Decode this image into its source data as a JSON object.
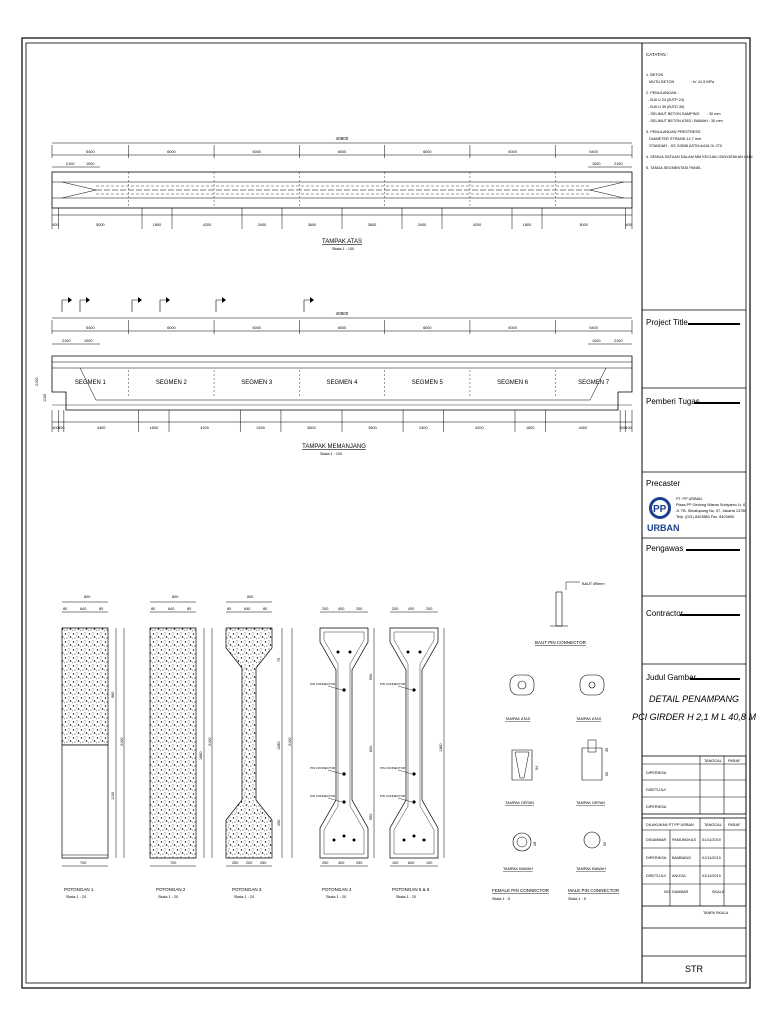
{
  "notes": {
    "heading": "CATATAN :",
    "items": [
      "1. BETON",
      "   MUTU BETON                : fc' 41,5 MPa",
      "2. PENULANGAN :",
      "  - BJ# U 24 (BJTP 24)",
      "  - BJ# U 39 (BJTD 39)",
      "  - SELIMUT BETON SAMPING       : 30 mm",
      "  - SELIMUT BETON ATAS / BAWAH : 30 mm",
      "3. PENULANGAN PRESTRESS",
      "   DIAMETER STRAND 12,7 mm",
      "   STANDAR : JIS G3536 ASTM A416 Gr 270",
      "4. SEMUA SATUAN DALAM MM KECUALI DINYATAKAN LAIN",
      "5. TANDA SEGMENTASI PANEL"
    ]
  },
  "titleblock": {
    "project_title": "Project Title",
    "pemberi_tugas": "Pemberi Tugas",
    "precaster": "Precaster",
    "logo_text": "URBAN",
    "logo_letters": "PP",
    "company_lines": [
      "PT. PP URBAN",
      "Plaza PP Gedung Wisma Subiyanto Lt. 6",
      "Jl. TB. Simatupang No. 57, Jakarta 13760",
      "Telp. (021) 8403883 Fax. 8403890"
    ],
    "pengawas": "Pengawas",
    "contractor": "Contractor",
    "judul_gambar": "Judul Gambar",
    "drawing_title_1": "DETAIL PENAMPANG",
    "drawing_title_2": "PCI GIRDER H 2,1 M L 40,8 M",
    "table_header": [
      "",
      "TANGGAL",
      "PARAF"
    ],
    "rows_top": [
      "DIPERIKSA",
      "DISETUJUI",
      "DIPERIKSA"
    ],
    "rows_mid_header": [
      "DILAKUKAN PT PP URBAN",
      "TANGGAL",
      "PARAF"
    ],
    "rows_mid": [
      [
        "DIGAMBAR",
        "PAMUNGKAS",
        "01/11/2019"
      ],
      [
        "DIPERIKSA",
        "BAMBANG",
        "01/11/2019"
      ],
      [
        "DISETUJUI",
        "ANGGA",
        "01/11/2019"
      ]
    ],
    "no_gambar": "NO. GAMBAR",
    "skala": "SKALA",
    "skala_value": "TANPA SKALA",
    "code": "STR"
  },
  "views": {
    "top_view_label": "TAMPAK ATAS",
    "top_view_scale": "Skala 1 : 100",
    "side_view_label": "TAMPAK MEMANJANG",
    "side_view_scale": "Skala 1 : 100",
    "total_length": "40800",
    "top_dims": [
      "5400",
      "6000",
      "6000",
      "6000",
      "6000",
      "6000",
      "5400"
    ],
    "bottom_dims": [
      "400",
      "5000",
      "1800",
      "4200",
      "2400",
      "3600",
      "3600",
      "2400",
      "4200",
      "1800",
      "5000",
      "400"
    ],
    "end_dims": [
      "2100",
      "1000",
      "1000",
      "2100"
    ],
    "side_end_dims": [
      "2100",
      "1000",
      "1000",
      "2100"
    ],
    "side_bottom_dims": [
      "400",
      "300",
      "4400",
      "1800",
      "4200",
      "2400",
      "3600",
      "3600",
      "2400",
      "4200",
      "1800",
      "4400",
      "300",
      "400"
    ],
    "segments": [
      "SEGMEN 1",
      "SEGMEN 2",
      "SEGMEN 3",
      "SEGMEN 4",
      "SEGMEN 5",
      "SEGMEN 6",
      "SEGMEN 7"
    ],
    "height_dims": [
      "2100",
      "1100"
    ]
  },
  "sections": [
    {
      "label": "POTONGAN 1",
      "scale": "Skala 1 : 20",
      "top": "800",
      "top_sub": [
        "80",
        "640",
        "80"
      ],
      "bottom": "700",
      "h1": "980",
      "h2": "1100",
      "total": "2100"
    },
    {
      "label": "POTONGAN 2",
      "scale": "Skala 1 : 20",
      "top": "800",
      "top_sub": [
        "80",
        "640",
        "80"
      ],
      "bottom": "700",
      "total": "2100",
      "h": "1680"
    },
    {
      "label": "POTONGAN 3",
      "scale": "Skala 1 : 20",
      "top": "800",
      "top_sub": [
        "80",
        "640",
        "80"
      ],
      "bottom": "700",
      "bottom_sub": [
        "250",
        "200",
        "250"
      ],
      "total": "2100",
      "h": "1280",
      "h_top": "75",
      "h_bot": "250"
    },
    {
      "label": "POTONGAN 4",
      "scale": "Skala 1 : 20",
      "top_sub": [
        "200",
        "400",
        "200"
      ],
      "bottom_sub": [
        "250",
        "400",
        "250"
      ],
      "total": "2100",
      "h": "820",
      "h2": "550",
      "h3": "550"
    },
    {
      "label": "POTONGAN 5 & 6",
      "scale": "Skala 1 : 20",
      "top_sub": [
        "200",
        "400",
        "200"
      ],
      "bottom_sub": [
        "100",
        "600",
        "100"
      ],
      "total": "2100",
      "h": "1380"
    }
  ],
  "pin": {
    "baut_label": "BAUT Ø5mm",
    "baut_title": "BAUT PIN CONNECTOR",
    "tampak_atas": "TAMPAK ATAS",
    "tampak_depan": "TAMPAK DEPAN",
    "tampak_bawah": "TAMPAK BAWAH",
    "female": "FEMALE PIN CONNECTOR",
    "male": "MALE PIN CONNECTOR",
    "scale": "Skala 1 : 5",
    "pin_connector": "PIN CONNECTOR",
    "dims": [
      "54",
      "28",
      "50",
      "35",
      "50",
      "45"
    ]
  }
}
